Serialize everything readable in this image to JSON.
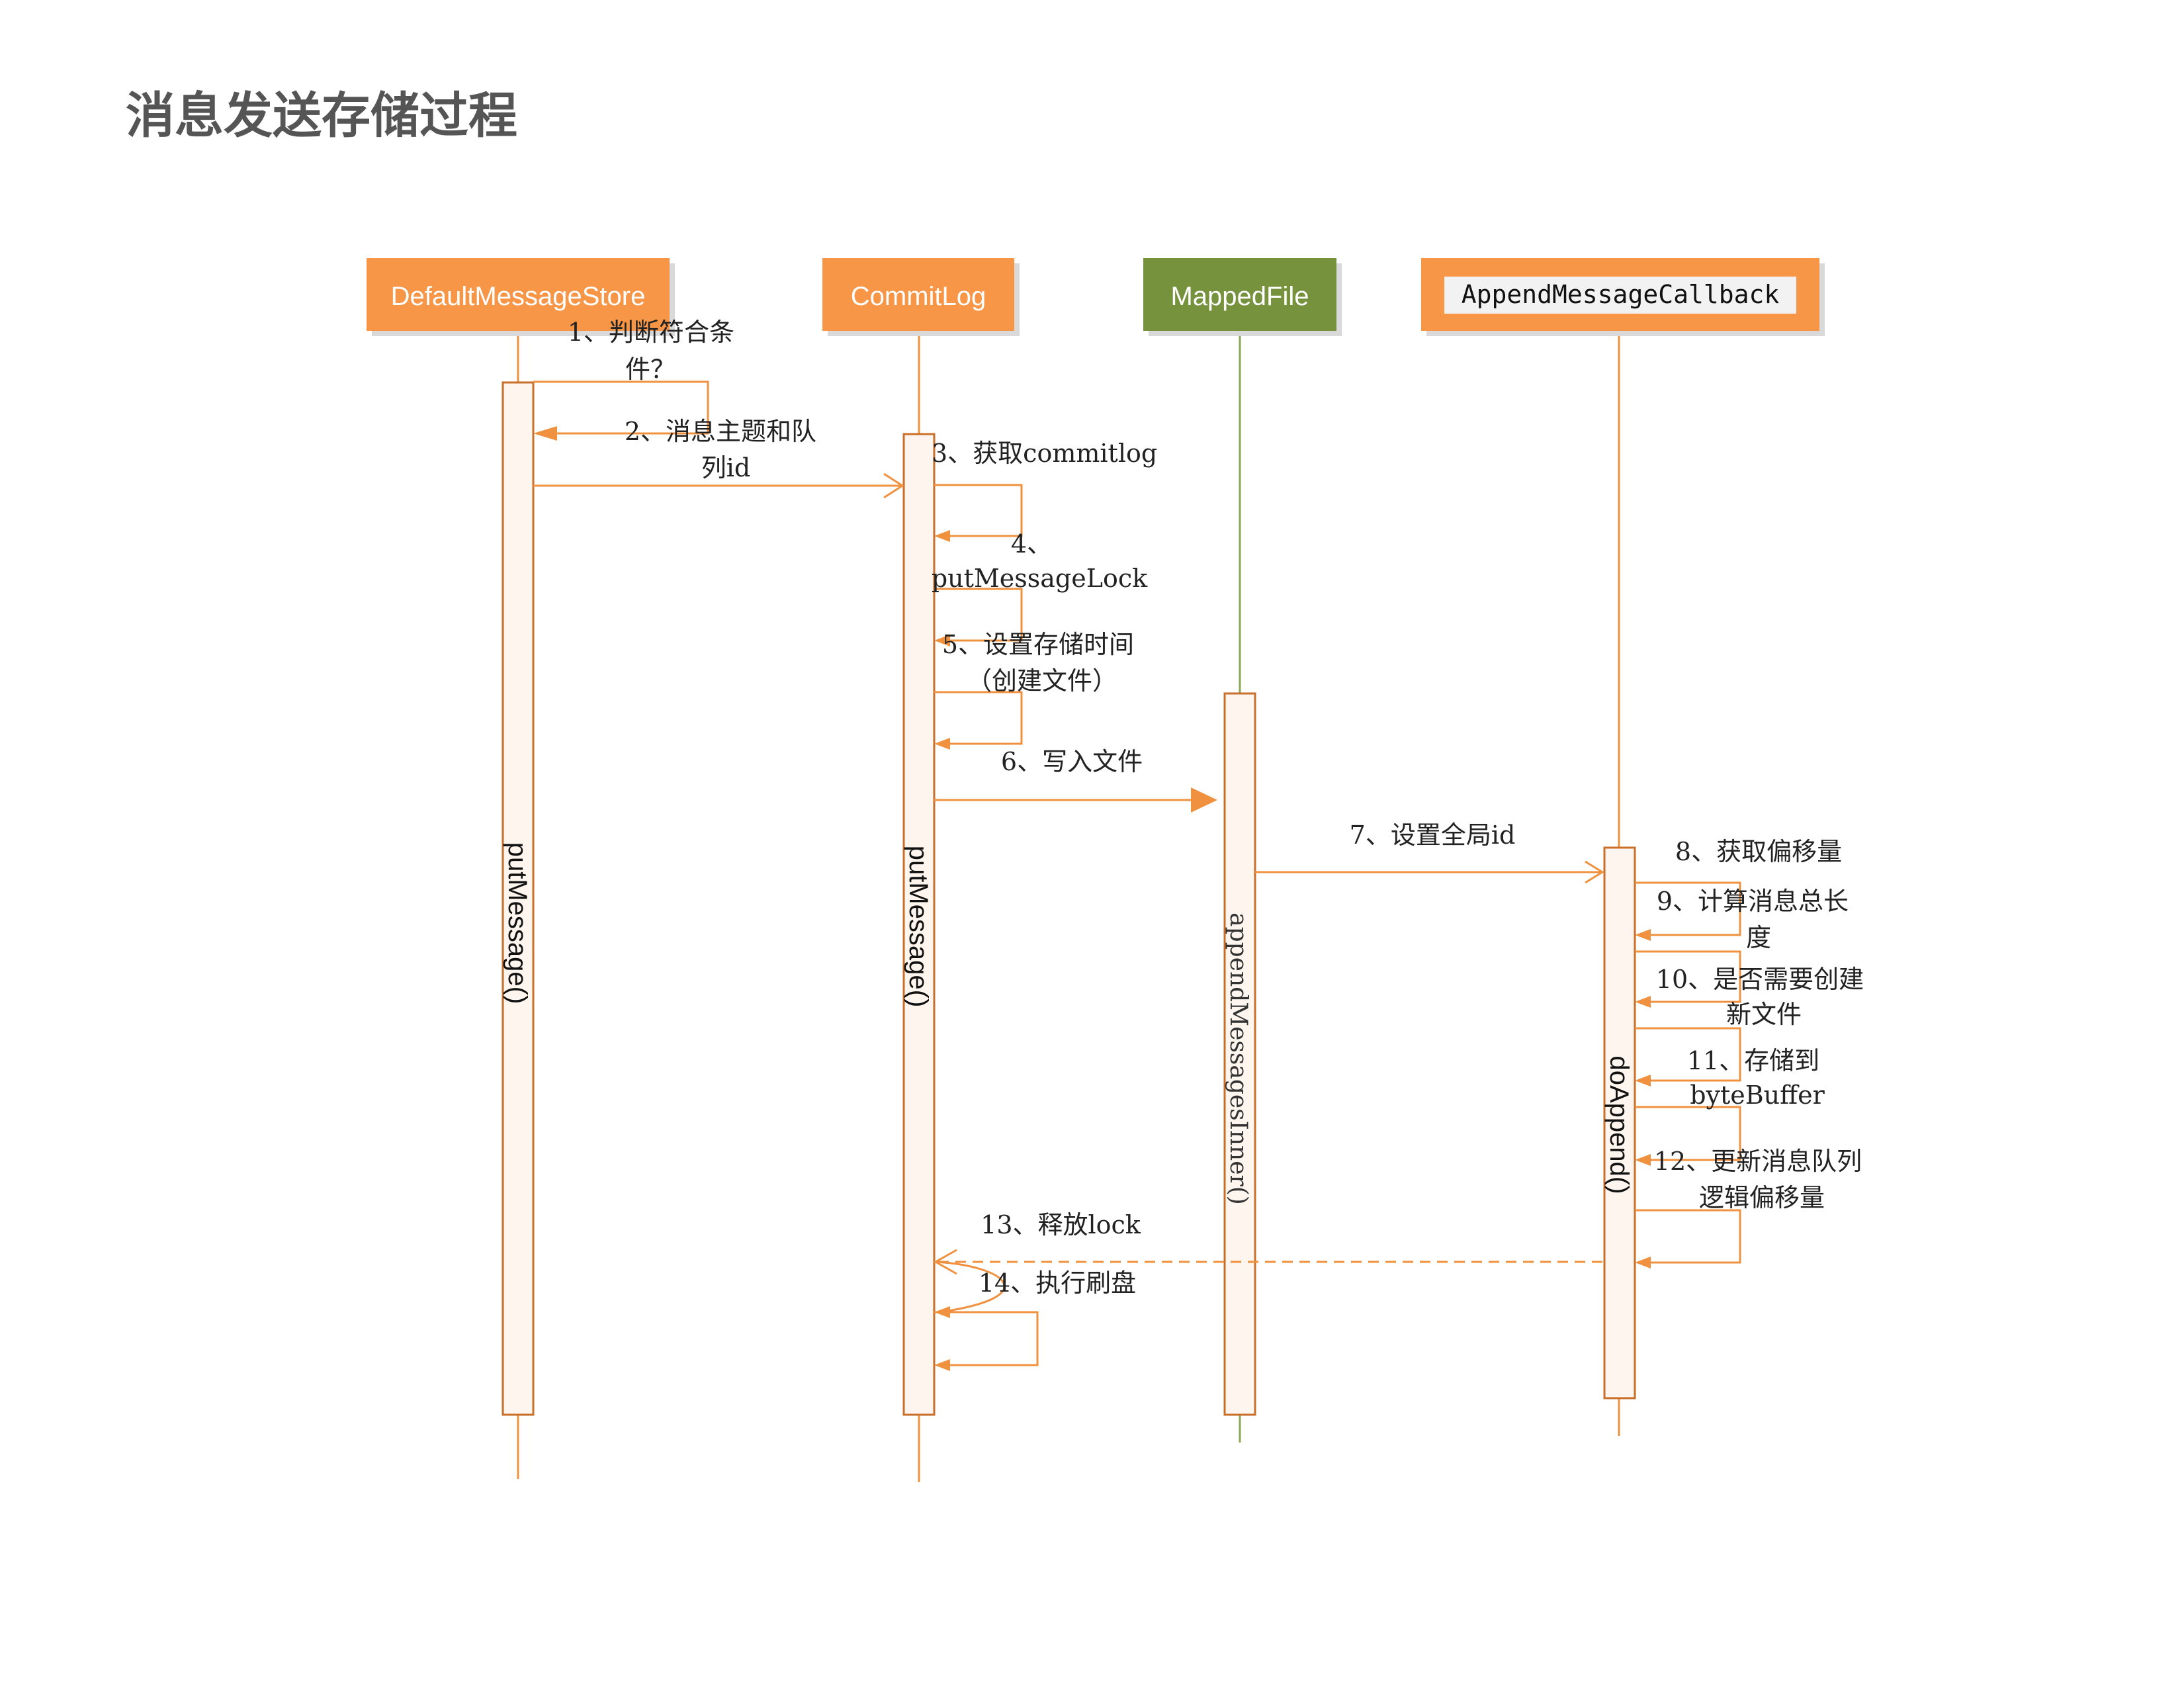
{
  "title": "消息发送存储过程",
  "colors": {
    "orange": "#f79646",
    "orange_line": "#f0913f",
    "green": "#76923c",
    "text": "#222222",
    "title": "#555555",
    "activation_fill": "#fdf5ee"
  },
  "participants": [
    {
      "id": "store",
      "label": "DefaultMessageStore",
      "color": "orange"
    },
    {
      "id": "commitlog",
      "label": "CommitLog",
      "color": "orange"
    },
    {
      "id": "mappedfile",
      "label": "MappedFile",
      "color": "green"
    },
    {
      "id": "callback",
      "label": "AppendMessageCallback",
      "color": "orange"
    }
  ],
  "activations": [
    {
      "participant": "store",
      "label": "putMessage()"
    },
    {
      "participant": "commitlog",
      "label": "putMessage()"
    },
    {
      "participant": "mappedfile",
      "label": "appendMessagesInner()"
    },
    {
      "participant": "callback",
      "label": "doAppend()"
    }
  ],
  "messages": [
    {
      "label": [
        "1、判断符合条",
        "件？"
      ]
    },
    {
      "label": [
        "2、消息主题和队",
        "列id"
      ]
    },
    {
      "label": [
        "3、获取commitlog"
      ]
    },
    {
      "label": [
        "4、",
        "putMessageLock"
      ]
    },
    {
      "label": [
        "5、设置存储时间",
        "（创建文件）"
      ]
    },
    {
      "label": [
        "6、写入文件"
      ]
    },
    {
      "label": [
        "7、设置全局id"
      ]
    },
    {
      "label": [
        "8、获取偏移量"
      ]
    },
    {
      "label": [
        "9、计算消息总长",
        "度"
      ]
    },
    {
      "label": [
        "10、是否需要创建",
        "新文件"
      ]
    },
    {
      "label": [
        "11、存储到",
        "byteBuffer"
      ]
    },
    {
      "label": [
        "12、更新消息队列",
        "逻辑偏移量"
      ]
    },
    {
      "label": [
        "13、释放lock"
      ]
    },
    {
      "label": [
        "14、执行刷盘"
      ]
    }
  ]
}
